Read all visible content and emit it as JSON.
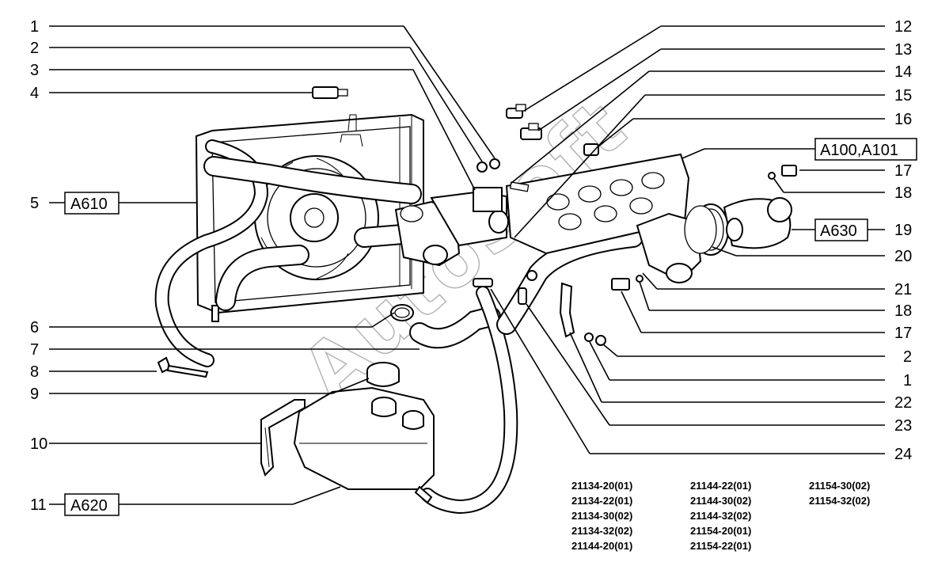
{
  "left_callouts": [
    "1",
    "2",
    "3",
    "4",
    "5",
    "6",
    "7",
    "8",
    "9",
    "10",
    "11"
  ],
  "right_callouts": [
    "12",
    "13",
    "14",
    "15",
    "16",
    "17",
    "18",
    "19",
    "20",
    "21",
    "18",
    "17",
    "2",
    "1",
    "22",
    "23",
    "24"
  ],
  "ref_boxes": {
    "a610": "A610",
    "a620": "A620",
    "a100": "A100,A101",
    "a630": "A630"
  },
  "watermark": "AutoSoft",
  "models": [
    [
      "21134-20(01)",
      "21134-22(01)",
      "21134-30(02)",
      "21134-32(02)",
      "21144-20(01)"
    ],
    [
      "21144-22(01)",
      "21144-30(02)",
      "21144-32(02)",
      "21154-20(01)",
      "21154-22(01)"
    ],
    [
      "21154-30(02)",
      "21154-32(02)"
    ]
  ],
  "colors": {
    "ink": "#000000",
    "paper": "#ffffff",
    "watermark": "#b5b5b5"
  }
}
